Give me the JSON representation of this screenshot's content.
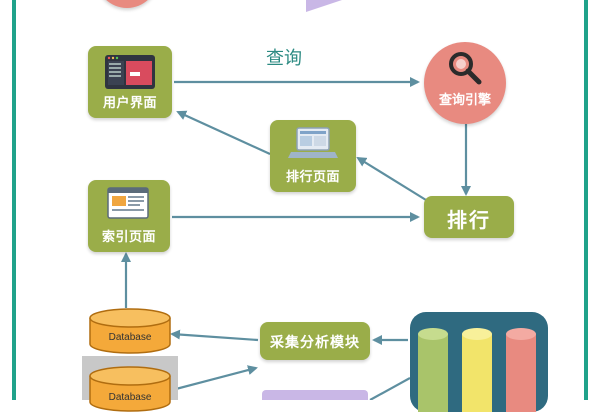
{
  "nodes": {
    "user_page": "用户界面",
    "search_engine": "查询引擎",
    "ranking_page": "排行页面",
    "index_page": "索引页面",
    "ranking": "排行",
    "collector": "采集分析模块"
  },
  "edge_labels": {
    "query": "查询"
  },
  "databases": {
    "db1": "Database",
    "db2": "Database"
  },
  "colors": {
    "node_green": "#9aad49",
    "circle_red": "#e88a80",
    "arrow": "#5e8fa0",
    "border_teal": "#20a28a",
    "db_orange": "#f4a93a"
  }
}
